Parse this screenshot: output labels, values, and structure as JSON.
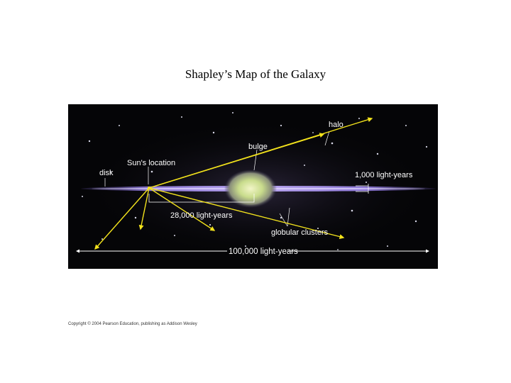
{
  "slide": {
    "title": "Shapley’s Map of the Galaxy",
    "copyright": "Copyright © 2004 Pearson Education, publishing as Addison Wesley"
  },
  "figure": {
    "labels": {
      "halo": "halo",
      "bulge": "bulge",
      "disk": "disk",
      "suns_location": "Sun's location",
      "thickness": "1,000 light-years",
      "sun_distance": "28,000 light-years",
      "globular_clusters": "globular clusters",
      "diameter": "100,000 light-years"
    },
    "colors": {
      "background": "#050507",
      "disk": "#8c6fd0",
      "bulge": "#d8e6a0",
      "arrow": "#f2e21c",
      "label": "#ffffff"
    }
  }
}
